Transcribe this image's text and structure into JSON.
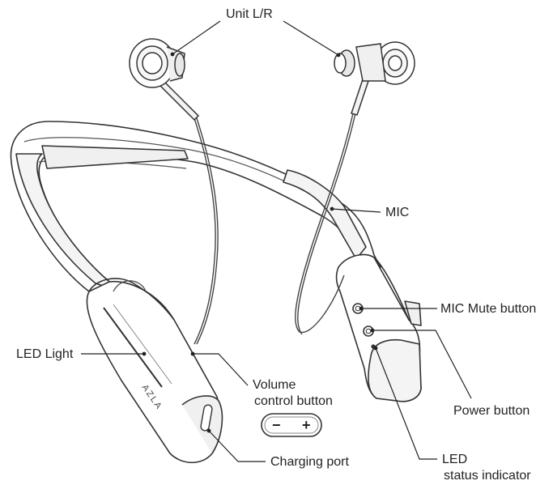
{
  "labels": {
    "unit": "Unit L/R",
    "mic": "MIC",
    "mic_mute": "MIC Mute button",
    "led_light": "LED Light",
    "volume_line1": "Volume",
    "volume_line2": "control button",
    "power": "Power button",
    "charging": "Charging port",
    "led_status_line1": "LED",
    "led_status_line2": "status indicator"
  },
  "volume_button": {
    "minus": "−",
    "plus": "+"
  },
  "brand_logo": "AZLA",
  "colors": {
    "line": "#222222",
    "stroke": "#333333",
    "fill": "#ffffff",
    "shade": "#eeeeee"
  }
}
